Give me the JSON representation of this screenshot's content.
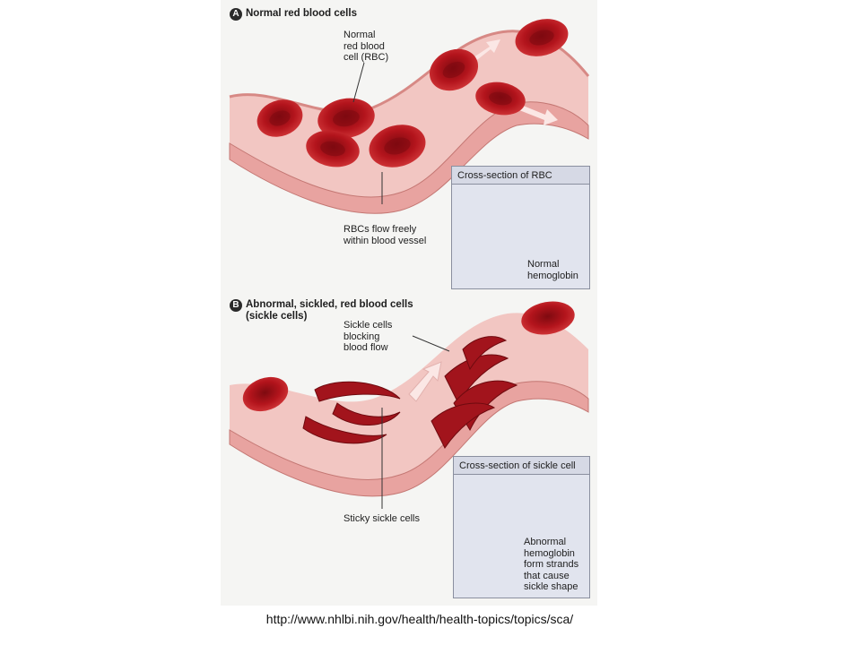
{
  "panel_a": {
    "letter": "A",
    "title": "Normal red blood cells",
    "label_normal_rbc": "Normal\nred blood\ncell (RBC)",
    "label_flow": "RBCs flow freely\nwithin blood vessel",
    "inset_title": "Cross-section of RBC",
    "inset_label": "Normal\nhemoglobin"
  },
  "panel_b": {
    "letter": "B",
    "title": "Abnormal, sickled, red blood cells\n(sickle cells)",
    "label_blocking": "Sickle cells\nblocking\nblood flow",
    "label_sticky": "Sticky sickle cells",
    "inset_title": "Cross-section of sickle cell",
    "inset_label": "Abnormal\nhemoglobin\nform strands\nthat cause\nsickle shape"
  },
  "source_url": "http://www.nhlbi.nih.gov/health/health-topics/topics/sca/",
  "colors": {
    "vessel_wall": "#e8a3a0",
    "vessel_inner": "#f2c6c2",
    "rbc": "#b3141c",
    "rbc_dark": "#7e0a10",
    "inset_bg": "#e1e4ee"
  }
}
